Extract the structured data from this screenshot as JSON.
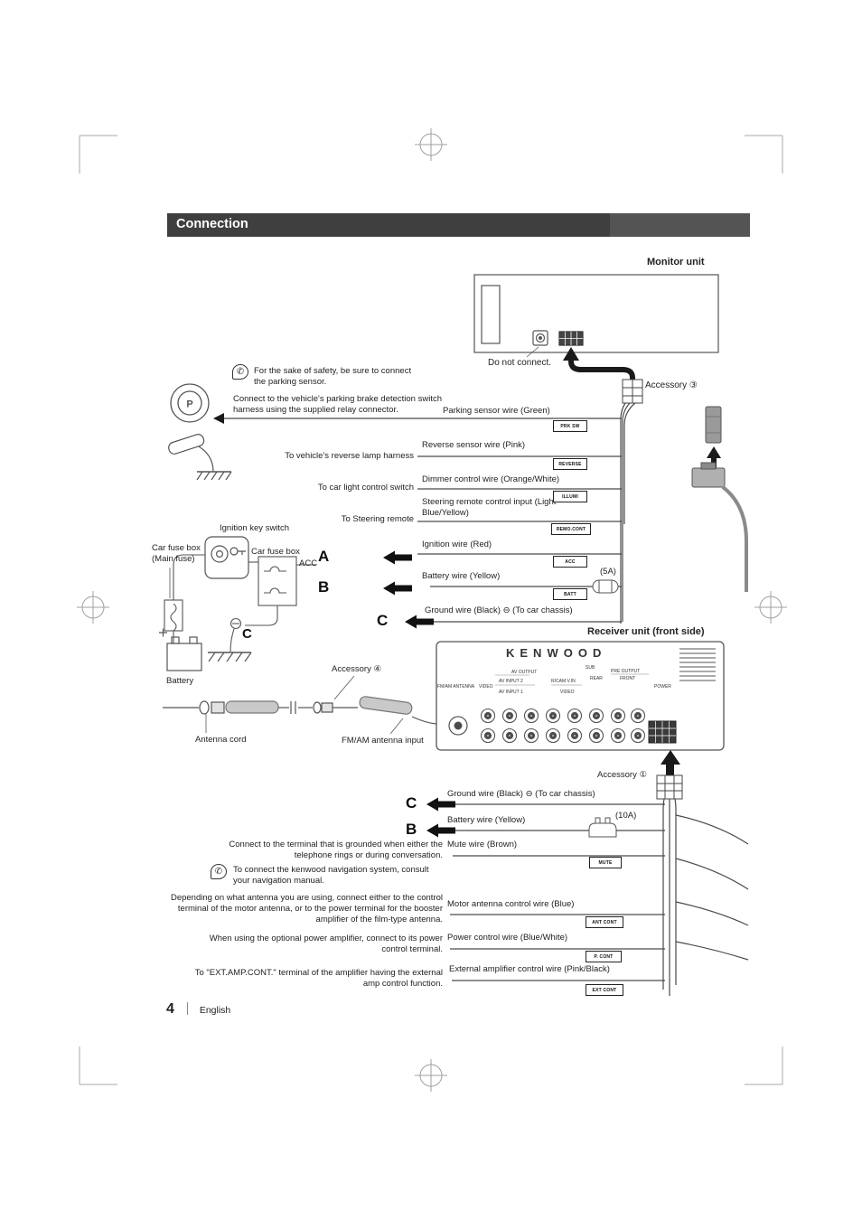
{
  "header": {
    "title": "Connection"
  },
  "monitor": {
    "title": "Monitor unit",
    "do_not_connect": "Do not connect.",
    "accessory": "Accessory ③"
  },
  "notes": {
    "parking_sensor": "For the sake of safety, be sure to connect the parking sensor.",
    "parking_brake": "Connect to the vehicle's parking brake detection switch harness using the supplied relay connector.",
    "mute": "Connect to the terminal that is grounded when either the telephone rings or during conversation.",
    "nav": "To connect the kenwood navigation system, consult your navigation manual.",
    "antenna": "Depending on what antenna you are using, connect either to the control terminal of the motor antenna, or to the power terminal for the booster amplifier of the film-type antenna.",
    "power_amp": "When using the optional power amplifier, connect to its power control terminal.",
    "ext_amp": "To \"EXT.AMP.CONT.\" terminal of the amplifier having the external amp control function."
  },
  "leads": {
    "reverse": "To vehicle's reverse lamp harness",
    "light": "To car light control switch",
    "steering": "To Steering remote"
  },
  "wires": {
    "parking": {
      "label": "Parking sensor wire (Green)",
      "tag": "PRK SW"
    },
    "reverse": {
      "label": "Reverse sensor wire (Pink)",
      "tag": "REVERSE"
    },
    "dimmer": {
      "label": "Dimmer control wire (Orange/White)",
      "tag": "ILLUMI"
    },
    "steering": {
      "label": "Steering remote control input (Light Blue/Yellow)",
      "tag": "REMO.CONT"
    },
    "ignition": {
      "label": "Ignition wire (Red)",
      "tag": "ACC"
    },
    "battery": {
      "label": "Battery wire (Yellow)",
      "tag": "BATT",
      "fuse": "(5A)"
    },
    "ground": {
      "label": "Ground wire (Black) ⊖ (To car chassis)"
    },
    "ground2": {
      "label": "Ground wire (Black) ⊖ (To car chassis)"
    },
    "battery2": {
      "label": "Battery wire (Yellow)",
      "fuse": "(10A)"
    },
    "mute": {
      "label": "Mute wire (Brown)",
      "tag": "MUTE"
    },
    "ant_cont": {
      "label": "Motor antenna control wire (Blue)",
      "tag": "ANT CONT"
    },
    "p_cont": {
      "label": "Power control wire (Blue/White)",
      "tag": "P. CONT"
    },
    "ext_amp": {
      "label": "External amplifier control wire (Pink/Black)",
      "tag": "EXT CONT"
    }
  },
  "letters": {
    "a": "A",
    "b": "B",
    "c": "C"
  },
  "labels": {
    "ignition_key": "Ignition key switch",
    "fuse_main": "Car fuse box (Main fuse)",
    "fuse_box": "Car fuse box",
    "acc": "ACC",
    "battery": "Battery",
    "antenna_cord": "Antenna cord",
    "accessory4": "Accessory ④",
    "fm_am_input": "FM/AM antenna input",
    "accessory1": "Accessory ①",
    "parking_symbol": "P"
  },
  "receiver": {
    "title": "Receiver unit (front side)",
    "brand": "KENWOOD",
    "ports": {
      "av_output": "AV OUTPUT",
      "sub": "SUB",
      "pre_output": "PRE OUTPUT",
      "av_input2": "AV INPUT 2",
      "rcam": "R/CAM V.IN",
      "rear": "REAR",
      "front": "FRONT",
      "video1": "VIDEO",
      "av_input1": "AV INPUT 1",
      "video2": "VIDEO",
      "fm_am": "FM/AM ANTENNA",
      "power": "POWER"
    }
  },
  "footer": {
    "page": "4",
    "lang": "English"
  }
}
